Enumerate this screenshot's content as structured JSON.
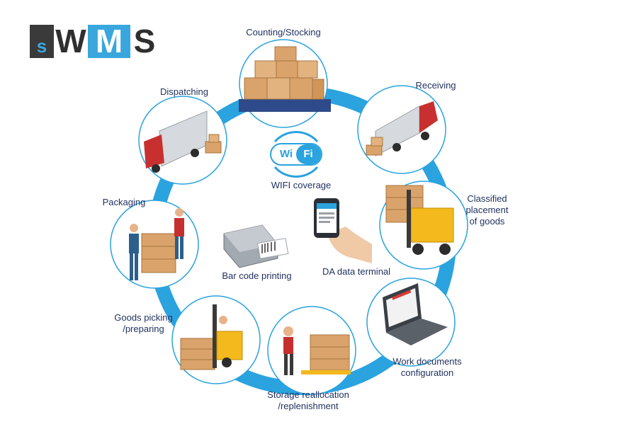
{
  "logo": {
    "s": "s",
    "w": "W",
    "m": "M",
    "s2": "S"
  },
  "steps": {
    "counting": "Counting/Stocking",
    "receiving": "Receiving",
    "classified": "Classified\nplacement\nof goods",
    "work_docs": "Work documents\nconfiguration",
    "storage": "Storage reallocation\n/replenishment",
    "picking": "Goods picking\n/preparing",
    "packaging": "Packaging",
    "dispatching": "Dispatching"
  },
  "center": {
    "wifi_left": "Wi",
    "wifi_right": "Fi",
    "wifi_label": "WIFI coverage",
    "barcode_label": "Bar code printing",
    "terminal_label": "DA data terminal"
  },
  "colors": {
    "ring": "#2aa3de",
    "text": "#1f2f5e",
    "circle_border": "#2aa3de"
  }
}
